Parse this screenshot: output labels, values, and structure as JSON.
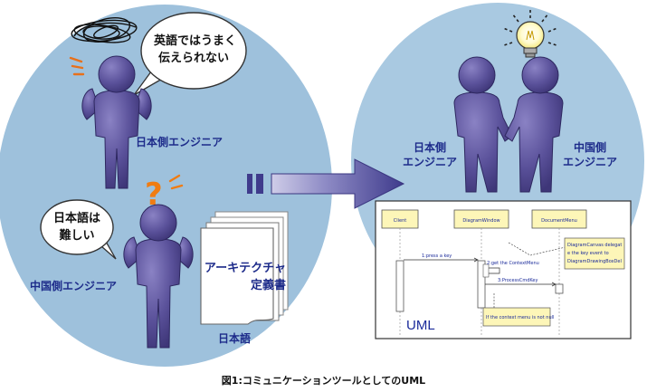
{
  "bubble_left_top": {
    "line1": "英語ではうまく",
    "line2": "伝えられない"
  },
  "bubble_left_bottom": {
    "line1": "日本語は",
    "line2": "難しい"
  },
  "label_japan_engineer_left": "日本側エンジニア",
  "label_china_engineer_left": "中国側エンジニア",
  "document": {
    "line1": "アーキテクチャ",
    "line2": "定義書",
    "language": "日本語"
  },
  "question_mark": "?",
  "label_japan_engineer_right": {
    "line1": "日本側",
    "line2": "エンジニア"
  },
  "label_china_engineer_right": {
    "line1": "中国側",
    "line2": "エンジニア"
  },
  "uml_diagram": {
    "lifelines": [
      "Client",
      "DiagramWindow",
      "DocumentMenu"
    ],
    "messages": [
      "1:press a key",
      "2:get the ContextMenu",
      "3:ProcessCmdKey"
    ],
    "note_top": {
      "line1": "DiagramCanvas delegat",
      "line2": "e the key event to",
      "line3": "DiagramDrawingBoxDel"
    },
    "note_bottom": "If the context menu is not null",
    "label": "UML"
  },
  "caption": "図1:コミュニケーションツールとしてのUML",
  "colors": {
    "ellipse": "#9ec1dc",
    "figure": "#5c539c",
    "arrow": "#4f4c98",
    "label_text": "#1d2b8a",
    "question_mark": "#f07c12",
    "note_fill": "#fdf6b8"
  },
  "icons": [
    "scribble-icon",
    "lightbulb-icon",
    "question-mark-icon"
  ]
}
